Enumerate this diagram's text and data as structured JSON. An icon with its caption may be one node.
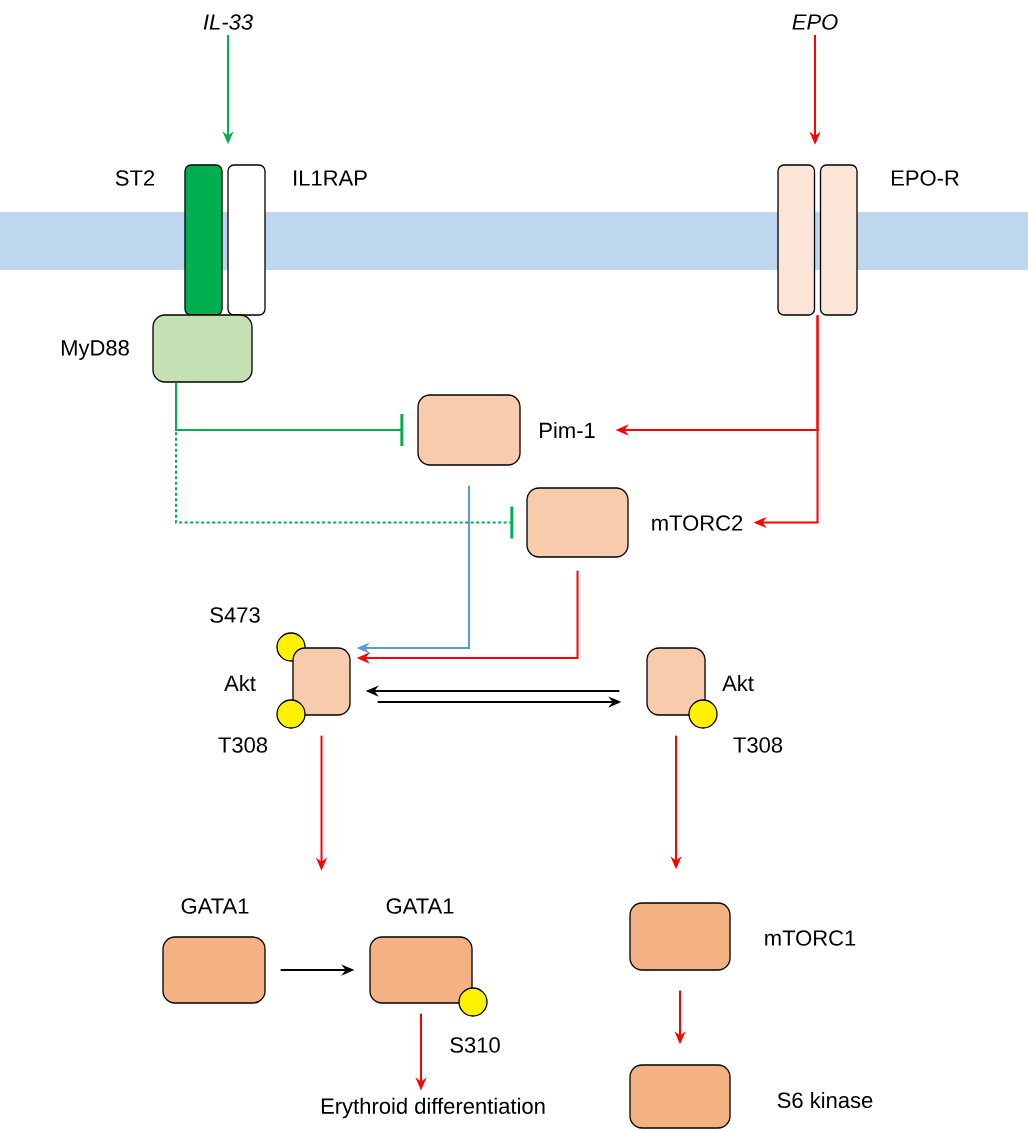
{
  "diagram": {
    "nodes": [
      {
        "text": [
          "IL-33"
        ]
      },
      {
        "text": [
          "EPO"
        ]
      },
      {
        "text": [
          "ST2"
        ]
      },
      {
        "text": [
          "IL1RAP"
        ]
      },
      {
        "text": [
          "EPO-R"
        ]
      },
      {
        "text": [
          "MyD88"
        ]
      },
      {
        "text": [
          "Pim-1"
        ]
      },
      {
        "text": [
          "mTORC2"
        ]
      },
      {
        "text": [
          "Akt"
        ],
        "beside": [
          "S473",
          "T308"
        ]
      },
      {
        "text": [
          "Akt"
        ],
        "beside": [
          "T308"
        ]
      },
      {
        "text": [
          "GATA1"
        ]
      },
      {
        "text": [
          "GATA1"
        ],
        "beside": [
          "S310"
        ]
      },
      {
        "text": [
          "Erythroid differentiation"
        ]
      },
      {
        "text": [
          "mTORC1"
        ]
      },
      {
        "text": [
          "S6 kinase"
        ]
      },
      {
        "text": [],
        "shape": "band"
      }
    ],
    "edges": [
      {
        "from": 0,
        "to": 2,
        "arrow": "to",
        "color": "#00b050"
      },
      {
        "from": 1,
        "to": 4,
        "arrow": "to"
      },
      {
        "from": 5,
        "to": 6,
        "arrow": "other",
        "color": "#00b050"
      },
      {
        "from": 5,
        "to": 7,
        "arrow": "other",
        "style": "dashed",
        "color": "#00b050"
      },
      {
        "from": 4,
        "to": 6,
        "arrow": "to"
      },
      {
        "from": 4,
        "to": 7,
        "arrow": "to"
      },
      {
        "from": 6,
        "to": 8,
        "arrow": "to",
        "color": "#5b9bd5"
      },
      {
        "from": 7,
        "to": 8,
        "arrow": "to"
      },
      {
        "from": 9,
        "to": 8,
        "arrow": "to",
        "color": "#000000"
      },
      {
        "from": 8,
        "to": 9,
        "arrow": "to",
        "color": "#000000"
      },
      {
        "from": 8,
        "to": null,
        "arrow": "to"
      },
      {
        "from": 10,
        "to": 11,
        "arrow": "to",
        "color": "#000000"
      },
      {
        "from": 11,
        "to": 12,
        "arrow": "to"
      },
      {
        "from": 9,
        "to": 13,
        "arrow": "to"
      },
      {
        "from": 13,
        "to": 14,
        "arrow": "to"
      }
    ]
  }
}
